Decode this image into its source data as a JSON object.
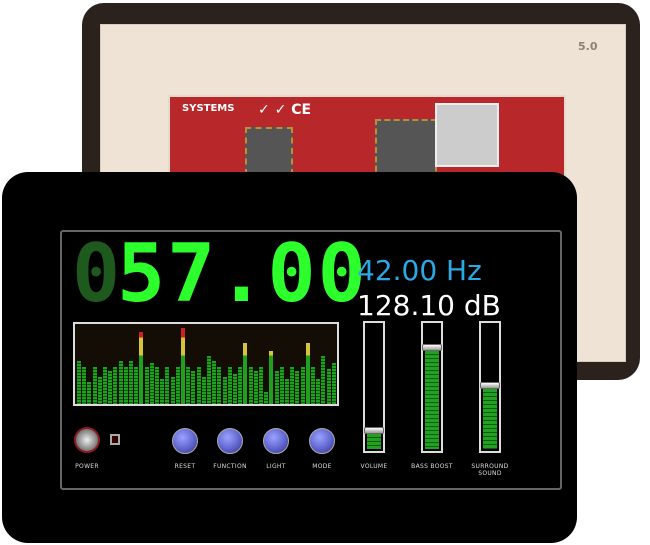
{
  "back_panel": {
    "version_label": "5.0",
    "pcb_brand": "SYSTEMS",
    "cert_marks": "✓ ✓ CE"
  },
  "display": {
    "dim_digit": "0",
    "main_value": "57.00",
    "frequency": "42.00 Hz",
    "level": "128.10 dB",
    "spectrum_levels": [
      0.55,
      0.48,
      0.28,
      0.48,
      0.35,
      0.48,
      0.42,
      0.48,
      0.55,
      0.48,
      0.55,
      0.48,
      0.92,
      0.48,
      0.52,
      0.48,
      0.32,
      0.48,
      0.35,
      0.48,
      0.98,
      0.48,
      0.42,
      0.48,
      0.35,
      0.62,
      0.55,
      0.48,
      0.35,
      0.48,
      0.38,
      0.48,
      0.78,
      0.48,
      0.42,
      0.48,
      0.15,
      0.68,
      0.42,
      0.48,
      0.32,
      0.48,
      0.42,
      0.48,
      0.78,
      0.48,
      0.32,
      0.62,
      0.45,
      0.52
    ],
    "colors": {
      "digits": "#2cff2c",
      "frequency": "#2aa9e4",
      "level": "#ffffff"
    }
  },
  "controls": {
    "power_label": "POWER",
    "buttons": [
      {
        "label": "RESET"
      },
      {
        "label": "FUNCTION"
      },
      {
        "label": "LIGHT"
      },
      {
        "label": "MODE"
      }
    ],
    "sliders": [
      {
        "label": "VOLUME",
        "level": 0.15
      },
      {
        "label": "BASS BOOST",
        "level": 0.82
      },
      {
        "label": "SURROUND SOUND",
        "level": 0.52
      }
    ]
  }
}
